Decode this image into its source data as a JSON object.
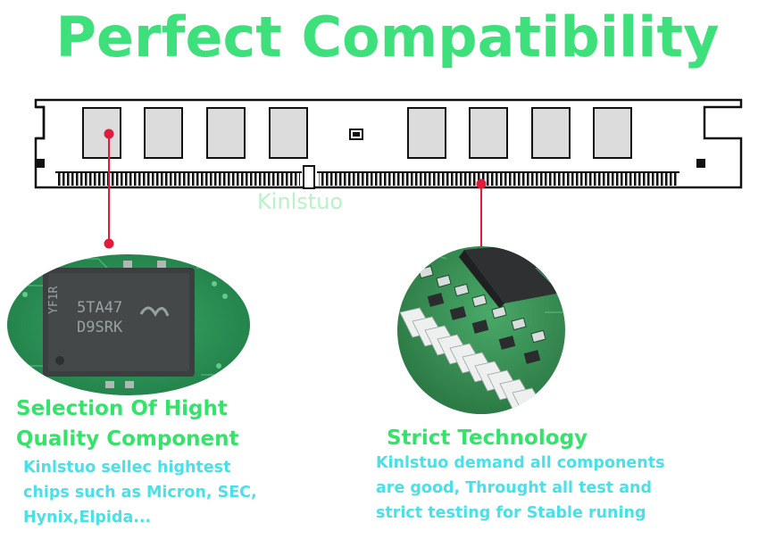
{
  "headline": "Perfect Compatibility",
  "watermark": "Kinlstuo",
  "left_feature": {
    "title_lines": [
      "Selection Of Hight",
      "Quality Component"
    ],
    "text_lines": [
      "Kinlstuo sellec hightest",
      "chips such as Micron, SEC,",
      "Hynix,Elpida..."
    ],
    "chip_marking_lines": [
      "5TA47",
      "D9SRK"
    ],
    "chip_side_marking": "YF1R"
  },
  "right_feature": {
    "title": "Strict Technology",
    "text_lines": [
      "Kinlstuo demand all components",
      "are good, Throught all test and",
      "strict testing for Stable runing"
    ]
  },
  "colors": {
    "headline": "#3de07a",
    "title": "#35e36b",
    "body_text": "#4ae0e8",
    "callout_line": "#e01b3c",
    "pcb_green": "#2f8f4e"
  }
}
